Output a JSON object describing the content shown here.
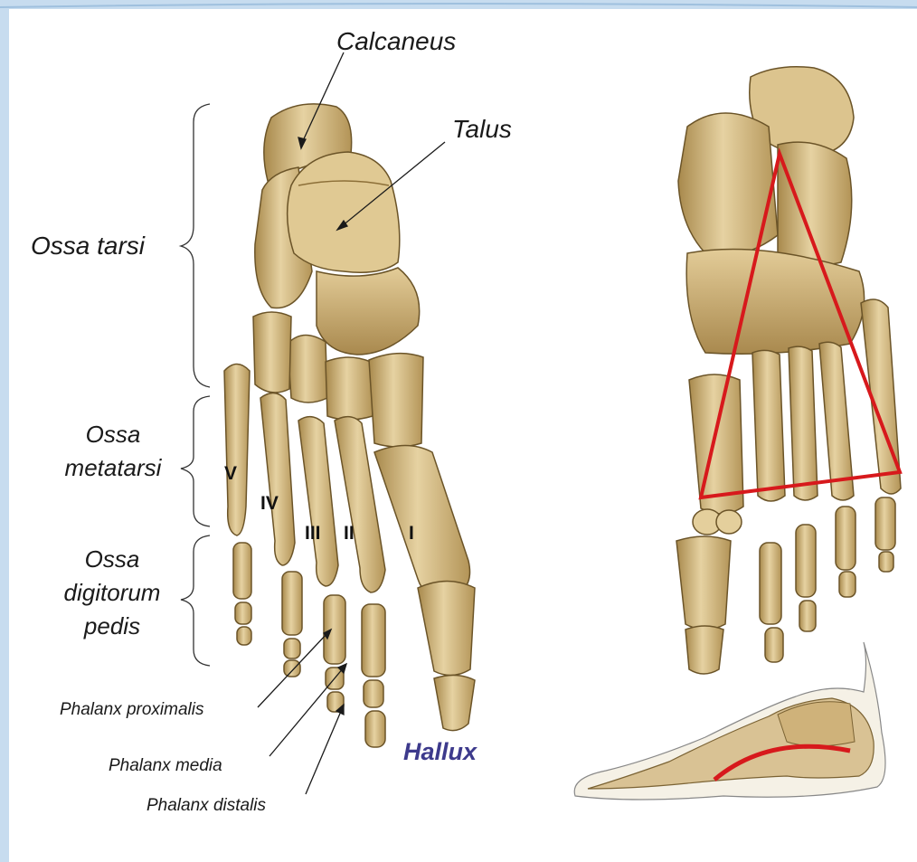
{
  "colors": {
    "background": "#ffffff",
    "frame": "#b9d3ea",
    "bone": "#d9c08a",
    "bone_shade": "#9a7d45",
    "bone_outline": "#6b5428",
    "red_marks": "#d7191c",
    "label_text": "#1a1a1a",
    "hallux_text": "#3d3a8c"
  },
  "labels": {
    "calcaneus": "Calcaneus",
    "talus": "Talus",
    "ossa_tarsi": "Ossa tarsi",
    "ossa_metatarsi": [
      "Ossa",
      "metatarsi"
    ],
    "ossa_digitorum": [
      "Ossa",
      "digitorum",
      "pedis"
    ],
    "phalanx_proximalis": "Phalanx proximalis",
    "phalanx_media": "Phalanx media",
    "phalanx_distalis": "Phalanx distalis",
    "hallux": "Hallux"
  },
  "metatarsal_numerals": [
    "V",
    "IV",
    "III",
    "II",
    "I"
  ]
}
